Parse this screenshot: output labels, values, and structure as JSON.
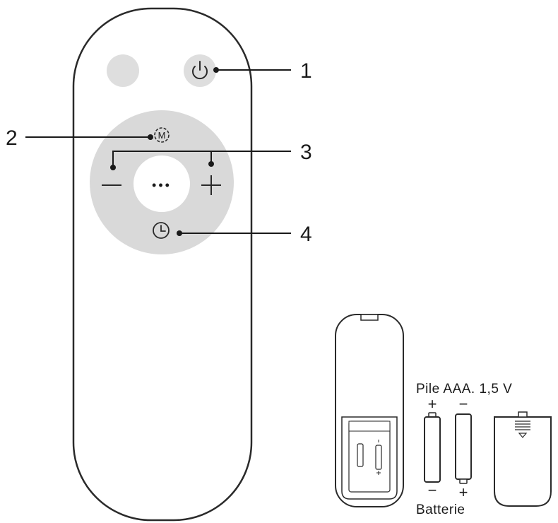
{
  "callouts": [
    {
      "number": "1",
      "target": "power-button"
    },
    {
      "number": "2",
      "target": "mode-button"
    },
    {
      "number": "3",
      "target": "minus-plus-buttons"
    },
    {
      "number": "4",
      "target": "timer-button"
    }
  ],
  "remote": {
    "center_button_glyph": "•••",
    "mode_glyph": "M",
    "minus_glyph": "—",
    "plus_glyph": "+"
  },
  "battery": {
    "spec_label": "Pile AAA. 1,5 V",
    "bottom_label": "Batterie",
    "battery1_top_sign": "+",
    "battery1_bottom_sign": "−",
    "battery2_top_sign": "−",
    "battery2_bottom_sign": "+"
  },
  "colors": {
    "outline": "#2a2a2a",
    "button_gray": "#dedede",
    "dial_gray": "#d9d9d9",
    "background": "#ffffff"
  },
  "icons": {
    "power": "power-icon",
    "mode": "mode-icon",
    "timer": "clock-icon"
  }
}
